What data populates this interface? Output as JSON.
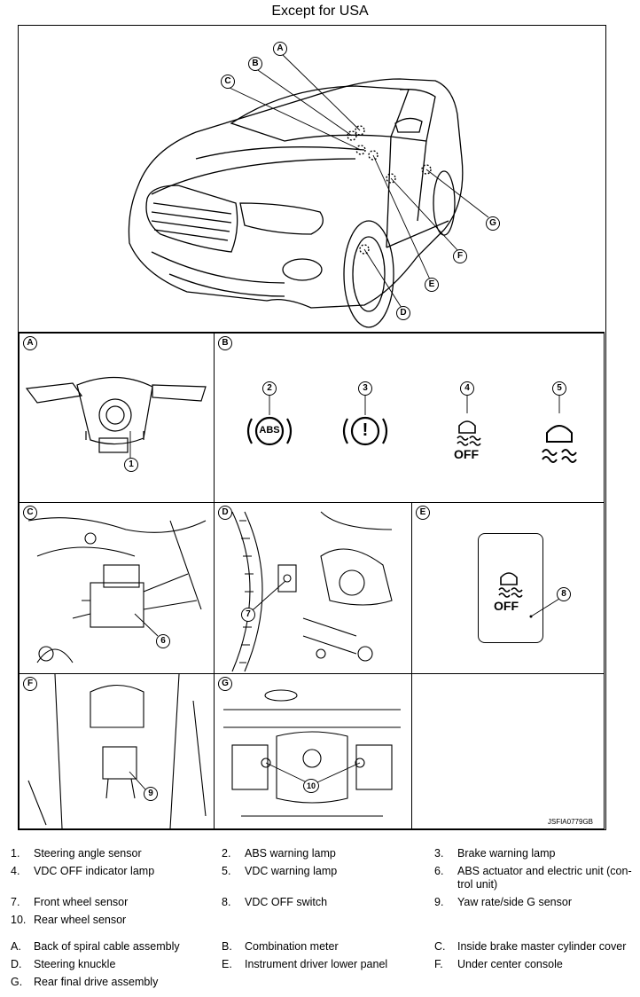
{
  "title": "Except for USA",
  "figure_code": "JSFIA0779GB",
  "overview_callouts": [
    "A",
    "B",
    "C",
    "D",
    "E",
    "F",
    "G"
  ],
  "panels": {
    "A": "A",
    "B": "B",
    "C": "C",
    "D": "D",
    "E": "E",
    "F": "F",
    "G": "G"
  },
  "part_numbers": {
    "n1": "1",
    "n2": "2",
    "n3": "3",
    "n4": "4",
    "n5": "5",
    "n6": "6",
    "n7": "7",
    "n8": "8",
    "n9": "9",
    "n10": "10"
  },
  "lamp_text": {
    "abs": "ABS",
    "brake": "!",
    "off_indicator": "OFF",
    "off_switch": "OFF"
  },
  "legend_parts": [
    {
      "num": "1.",
      "text": "Steering angle sensor"
    },
    {
      "num": "2.",
      "text": "ABS warning lamp"
    },
    {
      "num": "3.",
      "text": "Brake warning lamp"
    },
    {
      "num": "4.",
      "text": "VDC OFF indicator lamp"
    },
    {
      "num": "5.",
      "text": "VDC warning lamp"
    },
    {
      "num": "6.",
      "text": "ABS actuator and electric unit (con-"
    },
    {
      "num": "",
      "text": "trol unit)"
    },
    {
      "num": "7.",
      "text": "Front wheel sensor"
    },
    {
      "num": "8.",
      "text": "VDC OFF switch"
    },
    {
      "num": "9.",
      "text": "Yaw rate/side G sensor"
    },
    {
      "num": "10.",
      "text": "Rear wheel sensor"
    }
  ],
  "legend_locations": [
    {
      "num": "A.",
      "text": "Back of spiral cable assembly"
    },
    {
      "num": "B.",
      "text": "Combination meter"
    },
    {
      "num": "C.",
      "text": "Inside brake master cylinder cover"
    },
    {
      "num": "D.",
      "text": "Steering knuckle"
    },
    {
      "num": "E.",
      "text": "Instrument driver lower panel"
    },
    {
      "num": "F.",
      "text": "Under center console"
    },
    {
      "num": "G.",
      "text": "Rear final drive assembly"
    }
  ]
}
